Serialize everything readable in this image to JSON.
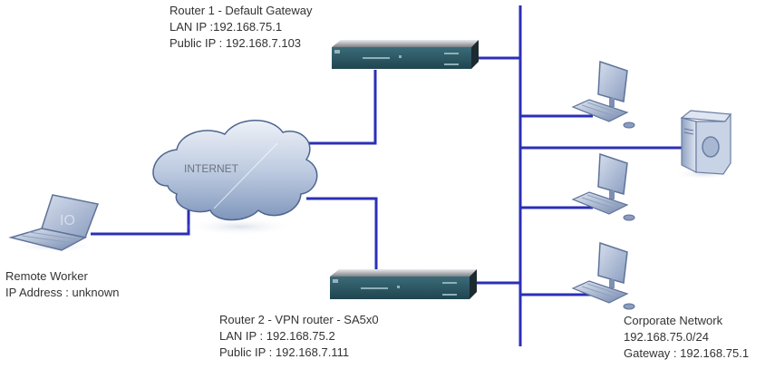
{
  "colors": {
    "link": "#2b2fb8",
    "device_light": "#c9d4e6",
    "device_dark": "#5f7399",
    "router_front": "#2e5a66",
    "router_top": "#8c8f94",
    "text": "#333333"
  },
  "router1": {
    "icon": "router-icon",
    "title": "Router 1 - Default Gateway",
    "lan_ip": "LAN IP :192.168.75.1",
    "public_ip": "Public IP : 192.168.7.103"
  },
  "router2": {
    "icon": "router-icon",
    "title": "Router 2 - VPN router - SA5x0",
    "lan_ip": "LAN IP : 192.168.75.2",
    "public_ip": "Public IP : 192.168.7.111"
  },
  "internet": {
    "icon": "cloud-icon",
    "label": "INTERNET"
  },
  "remote_worker": {
    "icon": "laptop-icon",
    "title": "Remote Worker",
    "ip": "IP Address : unknown"
  },
  "corporate_network": {
    "title": "Corporate Network",
    "subnet": "192.168.75.0/24",
    "gateway": "Gateway : 192.168.75.1",
    "devices": [
      {
        "type": "workstation",
        "icon": "desktop-computer-icon"
      },
      {
        "type": "server",
        "icon": "server-icon"
      },
      {
        "type": "workstation",
        "icon": "desktop-computer-icon"
      },
      {
        "type": "workstation",
        "icon": "desktop-computer-icon"
      }
    ]
  }
}
